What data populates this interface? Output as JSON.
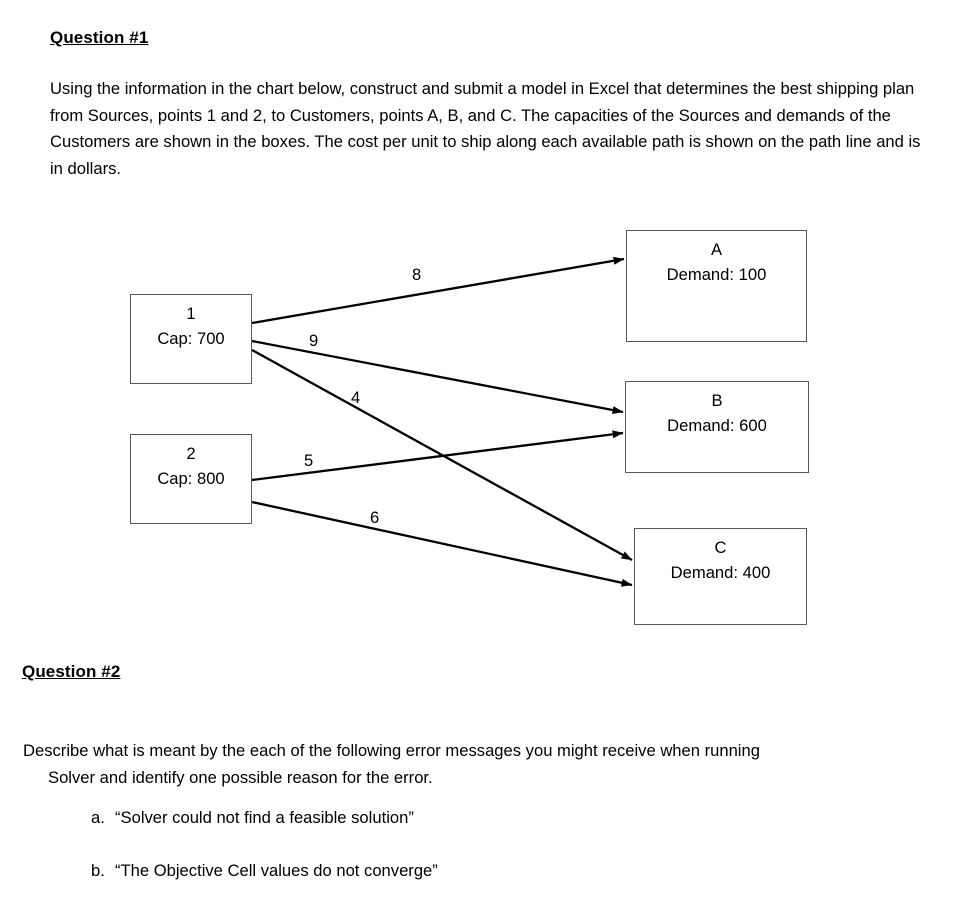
{
  "question1": {
    "heading": "Question #1",
    "body": "Using the information in the chart below, construct and submit a model in Excel that determines the best shipping plan from Sources, points 1 and 2, to Customers, points A, B, and C.  The capacities of the Sources and demands of the Customers are shown in the boxes.  The cost per unit to ship along each available path is shown on the path line and is in dollars."
  },
  "diagram": {
    "sources": [
      {
        "id": "1",
        "label": "1",
        "capacity_text": "Cap: 700"
      },
      {
        "id": "2",
        "label": "2",
        "capacity_text": "Cap: 800"
      }
    ],
    "customers": [
      {
        "id": "A",
        "label": "A",
        "demand_text": "Demand: 100"
      },
      {
        "id": "B",
        "label": "B",
        "demand_text": "Demand: 600"
      },
      {
        "id": "C",
        "label": "C",
        "demand_text": "Demand: 400"
      }
    ],
    "edges": [
      {
        "from": "1",
        "to": "A",
        "cost": "8"
      },
      {
        "from": "1",
        "to": "B",
        "cost": "9"
      },
      {
        "from": "1",
        "to": "C",
        "cost": "4"
      },
      {
        "from": "2",
        "to": "B",
        "cost": "5"
      },
      {
        "from": "2",
        "to": "C",
        "cost": "6"
      }
    ],
    "line_color": "#000000",
    "box_border_color": "#595959"
  },
  "question2": {
    "heading": "Question #2",
    "body_line1": "Describe what is meant by the each of the following error messages you might receive when running",
    "body_line2": "Solver and identify one possible reason for the error.",
    "items": [
      {
        "marker": "a.",
        "text": "“Solver could not find a feasible solution”"
      },
      {
        "marker": "b.",
        "text": "“The Objective Cell values do not converge”"
      }
    ]
  }
}
